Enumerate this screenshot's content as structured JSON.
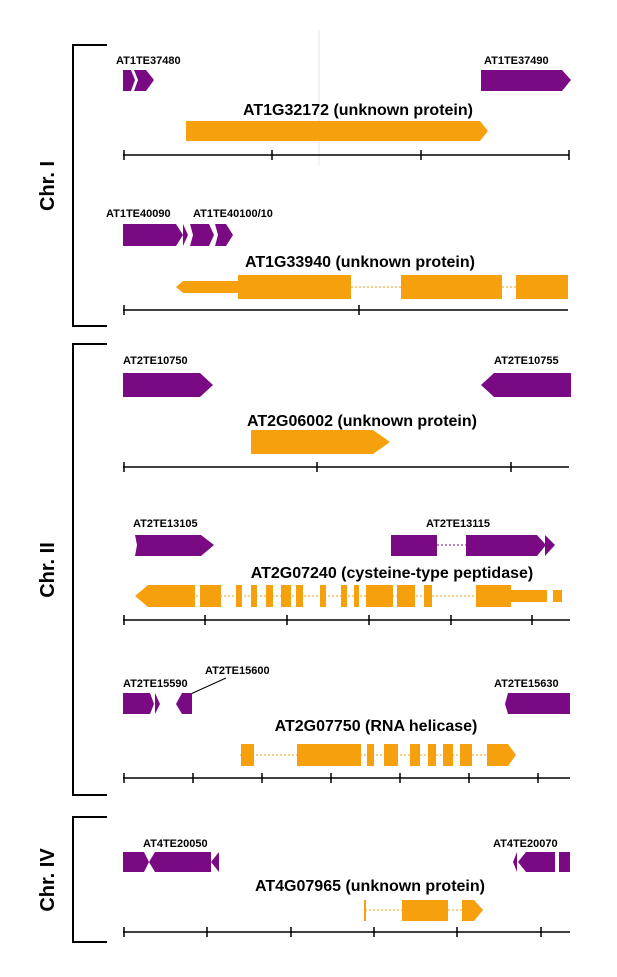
{
  "colors": {
    "te": "#7a0a84",
    "gene": "#f7a00e",
    "line": "#000000"
  },
  "chromosomes": [
    {
      "label": "Chr. I"
    },
    {
      "label": "Chr. II"
    },
    {
      "label": "Chr. IV"
    }
  ],
  "loci": [
    {
      "gene": "AT1G32172 (unknown protein)",
      "te_labels": [
        "AT1TE37480",
        "AT1TE37490"
      ]
    },
    {
      "gene": "AT1G33940 (unknown protein)",
      "te_labels": [
        "AT1TE40090",
        "AT1TE40100/10"
      ]
    },
    {
      "gene": "AT2G06002 (unknown protein)",
      "te_labels": [
        "AT2TE10750",
        "AT2TE10755"
      ]
    },
    {
      "gene": "AT2G07240 (cysteine-type peptidase)",
      "te_labels": [
        "AT2TE13105",
        "AT2TE13115"
      ]
    },
    {
      "gene": "AT2G07750 (RNA helicase)",
      "te_labels": [
        "AT2TE15590",
        "AT2TE15600",
        "AT2TE15630"
      ]
    },
    {
      "gene": "AT4G07965 (unknown protein)",
      "te_labels": [
        "AT4TE20050",
        "AT4TE20070"
      ]
    }
  ]
}
